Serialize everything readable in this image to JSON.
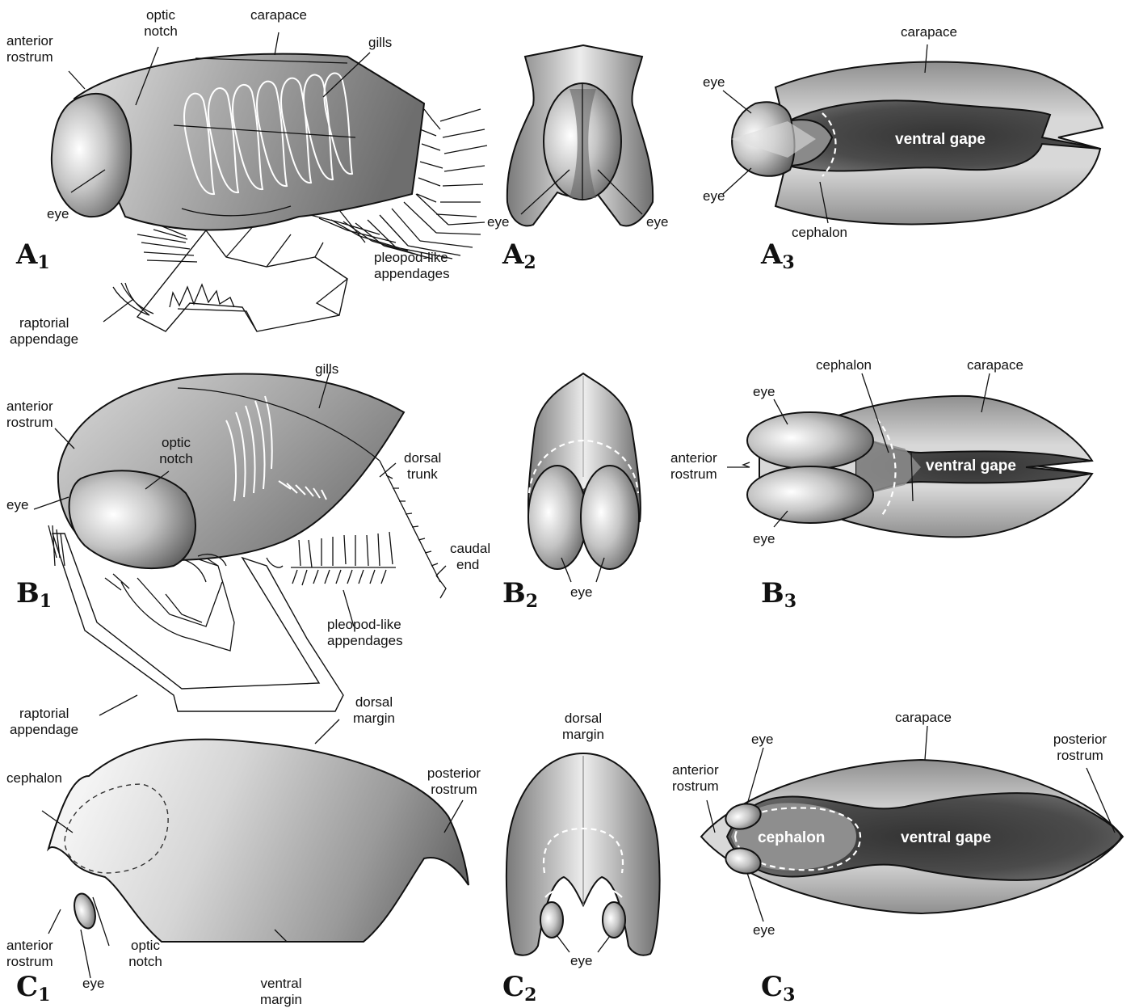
{
  "panels": {
    "A1": {
      "letter": "A",
      "num": "1"
    },
    "A2": {
      "letter": "A",
      "num": "2"
    },
    "A3": {
      "letter": "A",
      "num": "3"
    },
    "B1": {
      "letter": "B",
      "num": "1"
    },
    "B2": {
      "letter": "B",
      "num": "2"
    },
    "B3": {
      "letter": "B",
      "num": "3"
    },
    "C1": {
      "letter": "C",
      "num": "1"
    },
    "C2": {
      "letter": "C",
      "num": "2"
    },
    "C3": {
      "letter": "C",
      "num": "3"
    }
  },
  "labels": {
    "a1": {
      "anterior_rostrum": [
        "anterior",
        "rostrum"
      ],
      "optic_notch": [
        "optic",
        "notch"
      ],
      "carapace": "carapace",
      "gills": "gills",
      "eye": "eye",
      "pleopod": [
        "pleopod-like",
        "appendages"
      ],
      "raptorial": [
        "raptorial",
        "appendage"
      ]
    },
    "a2": {
      "eye_left": "eye",
      "eye_right": "eye"
    },
    "a3": {
      "carapace": "carapace",
      "eye_top": "eye",
      "eye_bottom": "eye",
      "ventral_gape": "ventral gape",
      "cephalon": "cephalon"
    },
    "b1": {
      "gills": "gills",
      "anterior_rostrum": [
        "anterior",
        "rostrum"
      ],
      "optic_notch": [
        "optic",
        "notch"
      ],
      "dorsal_trunk": [
        "dorsal",
        "trunk"
      ],
      "eye": "eye",
      "caudal_end": [
        "caudal",
        "end"
      ],
      "pleopod": [
        "pleopod-like",
        "appendages"
      ],
      "raptorial": [
        "raptorial",
        "appendage"
      ]
    },
    "b2": {
      "eye": "eye"
    },
    "b3": {
      "cephalon": "cephalon",
      "carapace": "carapace",
      "eye_top": "eye",
      "anterior_rostrum": [
        "anterior",
        "rostrum"
      ],
      "ventral_gape": "ventral gape",
      "eye_bottom": "eye"
    },
    "c1": {
      "dorsal_margin": [
        "dorsal",
        "margin"
      ],
      "cephalon": "cephalon",
      "posterior_rostrum": [
        "posterior",
        "rostrum"
      ],
      "anterior_rostrum": [
        "anterior",
        "rostrum"
      ],
      "optic_notch": [
        "optic",
        "notch"
      ],
      "eye": "eye",
      "ventral_margin": [
        "ventral",
        "margin"
      ]
    },
    "c2": {
      "dorsal_margin": [
        "dorsal",
        "margin"
      ],
      "eye": "eye"
    },
    "c3": {
      "carapace": "carapace",
      "eye_top": "eye",
      "posterior_rostrum": [
        "posterior",
        "rostrum"
      ],
      "anterior_rostrum": [
        "anterior",
        "rostrum"
      ],
      "cephalon": "cephalon",
      "ventral_gape": "ventral gape",
      "eye_bottom": "eye"
    }
  }
}
